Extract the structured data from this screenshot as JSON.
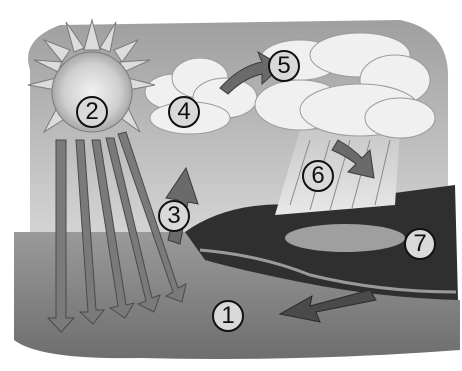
{
  "diagram": {
    "labels": [
      {
        "id": "label-1",
        "text": "1"
      },
      {
        "id": "label-2",
        "text": "2"
      },
      {
        "id": "label-3",
        "text": "3"
      },
      {
        "id": "label-4",
        "text": "4"
      },
      {
        "id": "label-5",
        "text": "5"
      },
      {
        "id": "label-6",
        "text": "6"
      },
      {
        "id": "label-7",
        "text": "7"
      }
    ],
    "colors": {
      "sky": "#bfbfbf",
      "sea": "#8a8a8a",
      "land": "#2f2f2f",
      "sun": "#cfcfcf",
      "arrow": "#6a6a6a",
      "cloud": "#f0f0f0"
    }
  }
}
